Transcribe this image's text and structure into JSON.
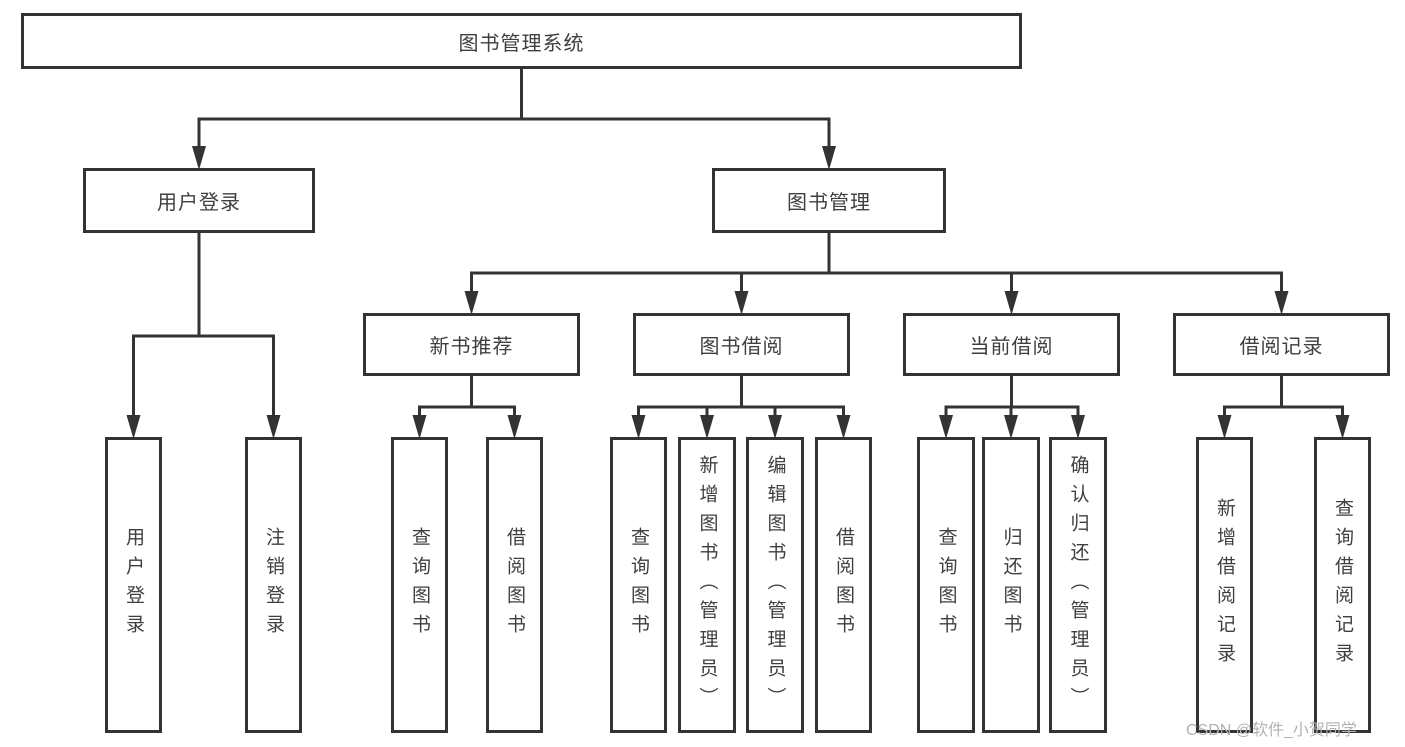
{
  "title": "图书管理系统",
  "watermark": "CSDN @软件_小贺同学",
  "colors": {
    "line": "#333333",
    "text": "#3f3f3f",
    "watermark": "#b2b2b2",
    "background": "#ffffff"
  },
  "tree": {
    "label": "图书管理系统",
    "children": [
      {
        "label": "用户登录",
        "children": [
          {
            "label": "用户登录"
          },
          {
            "label": "注销登录"
          }
        ]
      },
      {
        "label": "图书管理",
        "children": [
          {
            "label": "新书推荐",
            "children": [
              {
                "label": "查询图书"
              },
              {
                "label": "借阅图书"
              }
            ]
          },
          {
            "label": "图书借阅",
            "children": [
              {
                "label": "查询图书"
              },
              {
                "label": "新增图书（管理员）"
              },
              {
                "label": "编辑图书（管理员）"
              },
              {
                "label": "借阅图书"
              }
            ]
          },
          {
            "label": "当前借阅",
            "children": [
              {
                "label": "查询图书"
              },
              {
                "label": "归还图书"
              },
              {
                "label": "确认归还（管理员）"
              }
            ]
          },
          {
            "label": "借阅记录",
            "children": [
              {
                "label": "新增借阅记录"
              },
              {
                "label": "查询借阅记录"
              }
            ]
          }
        ]
      }
    ]
  }
}
